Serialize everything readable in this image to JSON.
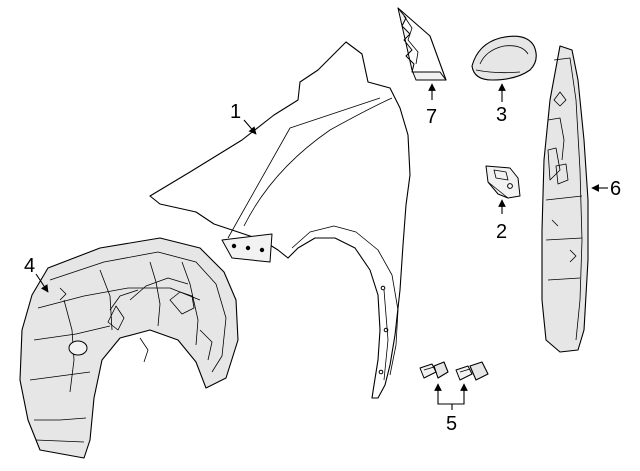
{
  "callouts": {
    "c1": "1",
    "c2": "2",
    "c3": "3",
    "c4": "4",
    "c5": "5",
    "c6": "6",
    "c7": "7"
  },
  "colors": {
    "line": "#000000",
    "fill": "#e6e6e6",
    "background": "#ffffff"
  }
}
